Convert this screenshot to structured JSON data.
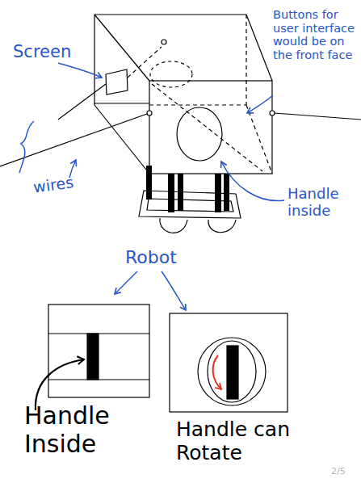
{
  "diagram": {
    "labels": [
      "Screen",
      "Buttons for user interface would be on the front face",
      "wires",
      "Handle inside",
      "Robot",
      "Handle Inside",
      "Handle can Rotate",
      "2/5"
    ]
  }
}
